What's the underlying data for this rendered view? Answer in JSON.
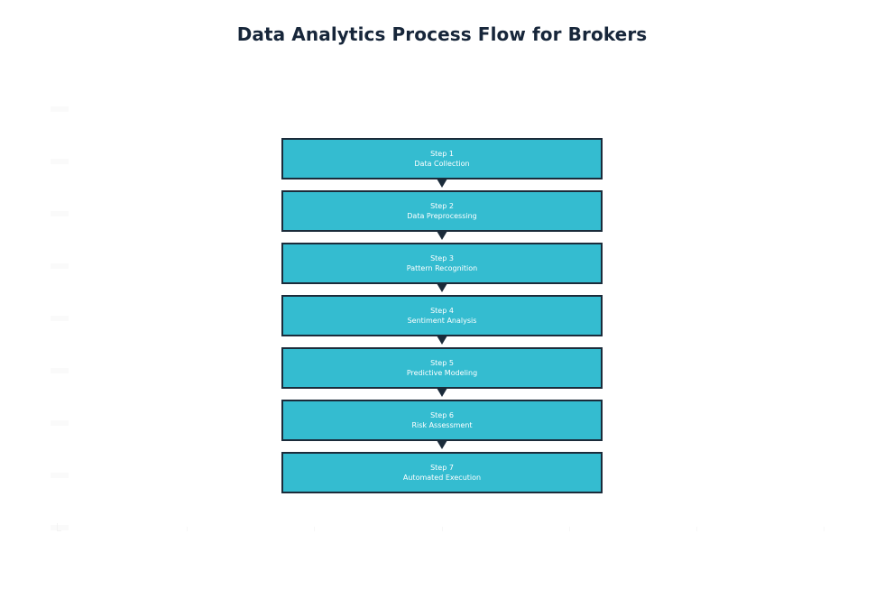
{
  "chart_data": {
    "type": "diagram",
    "diagram_kind": "vertical-flowchart",
    "title": "Data Analytics Process Flow for Brokers",
    "orientation": "top-to-bottom",
    "node_fill_color": "#34bcd0",
    "node_border_color": "#1b2b3a",
    "node_text_color": "#ffffff",
    "title_color": "#17263a",
    "background_color": "#ffffff",
    "connector_color": "#1b2b3a",
    "connector_glyph": "down-triangle-arrow",
    "node_count": 7,
    "nodes": [
      {
        "step": "Step 1",
        "label": "Data Collection"
      },
      {
        "step": "Step 2",
        "label": "Data Preprocessing"
      },
      {
        "step": "Step 3",
        "label": "Pattern Recognition"
      },
      {
        "step": "Step 4",
        "label": "Sentiment Analysis"
      },
      {
        "step": "Step 5",
        "label": "Predictive Modeling"
      },
      {
        "step": "Step 6",
        "label": "Risk Assessment"
      },
      {
        "step": "Step 7",
        "label": "Automated Execution"
      }
    ]
  },
  "title": {
    "text": "Data Analytics Process Flow for Brokers"
  },
  "nodes": [
    {
      "step": "Step 1",
      "label": "Data Collection"
    },
    {
      "step": "Step 2",
      "label": "Data Preprocessing"
    },
    {
      "step": "Step 3",
      "label": "Pattern Recognition"
    },
    {
      "step": "Step 4",
      "label": "Sentiment Analysis"
    },
    {
      "step": "Step 5",
      "label": "Predictive Modeling"
    },
    {
      "step": "Step 6",
      "label": "Risk Assessment"
    },
    {
      "step": "Step 7",
      "label": "Automated Execution"
    }
  ]
}
